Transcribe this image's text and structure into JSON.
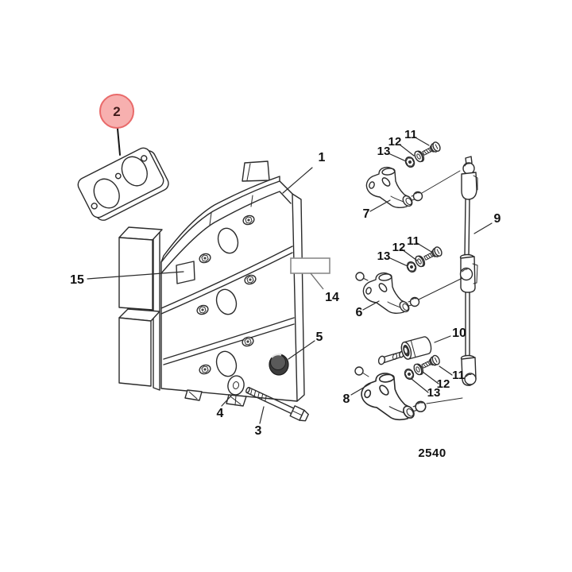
{
  "figure": {
    "number": "2540"
  },
  "colors": {
    "background": "#ffffff",
    "line": "#2b2b2b",
    "label_text": "#111111",
    "callout_fill": "#f7b0af",
    "callout_border": "#e96a6a",
    "callout_text": "#421c1c",
    "decal_border": "#8a8a8a",
    "plug_fill": "#3c3c3c"
  },
  "callout": {
    "number": "2"
  },
  "labels": {
    "part1": "1",
    "part3": "3",
    "part4": "4",
    "part5": "5",
    "part6": "6",
    "part7": "7",
    "part8": "8",
    "part9": "9",
    "part10": "10",
    "part11a": "11",
    "part12a": "12",
    "part13a": "13",
    "part11b": "11",
    "part12b": "12",
    "part13b": "13",
    "part11c": "11",
    "part12c": "12",
    "part13c": "13",
    "part14": "14",
    "part15": "15"
  }
}
